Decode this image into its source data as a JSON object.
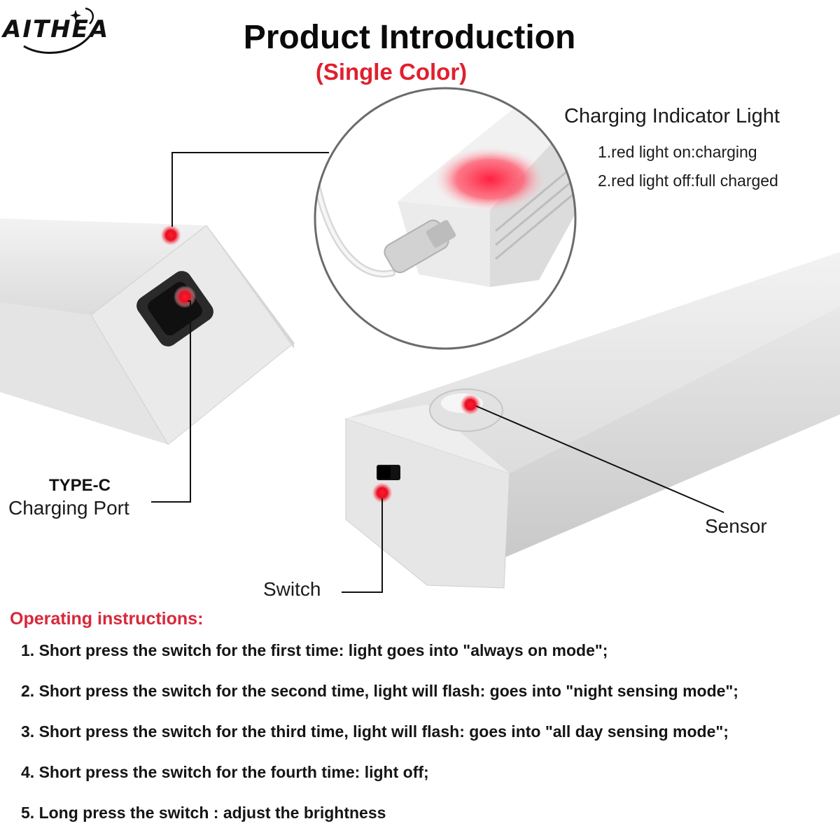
{
  "brand": {
    "logo_text": "AITHEA"
  },
  "header": {
    "title": "Product Introduction",
    "subtitle": "(Single Color)"
  },
  "indicator": {
    "title": "Charging Indicator Light",
    "items": [
      "1.red light on:charging",
      "2.red light off:full charged"
    ]
  },
  "labels": {
    "type_c": "TYPE-C",
    "charging_port": "Charging Port",
    "sensor": "Sensor",
    "switch": "Switch"
  },
  "instructions": {
    "title": "Operating instructions:",
    "steps": [
      "1. Short press the switch for the first time: light goes into \"always on mode\";",
      "2. Short press the switch for the second time, light will flash: goes into \"night sensing mode\";",
      "3. Short press the switch for the third time, light will flash: goes into \"all day sensing mode\";",
      "4. Short press the switch for the fourth time: light off;",
      "5. Long press the switch : adjust the brightness"
    ]
  },
  "colors": {
    "accent_red": "#e0202e",
    "title_black": "#0a0a0a",
    "led_red": "#ff1a2e"
  }
}
